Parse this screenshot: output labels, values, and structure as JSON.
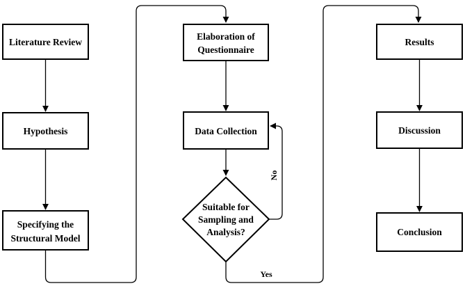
{
  "nodes": {
    "literature_review": "Literature Review",
    "hypothesis": "Hypothesis",
    "specifying_1": "Specifying the",
    "specifying_2": "Structural Model",
    "elaboration_1": "Elaboration of",
    "elaboration_2": "Questionnaire",
    "data_collection": "Data Collection",
    "suitable_1": "Suitable for",
    "suitable_2": "Sampling and",
    "suitable_3": "Analysis?",
    "results": "Results",
    "discussion": "Discussion",
    "conclusion": "Conclusion"
  },
  "edges": {
    "no_label": "No",
    "yes_label": "Yes"
  }
}
